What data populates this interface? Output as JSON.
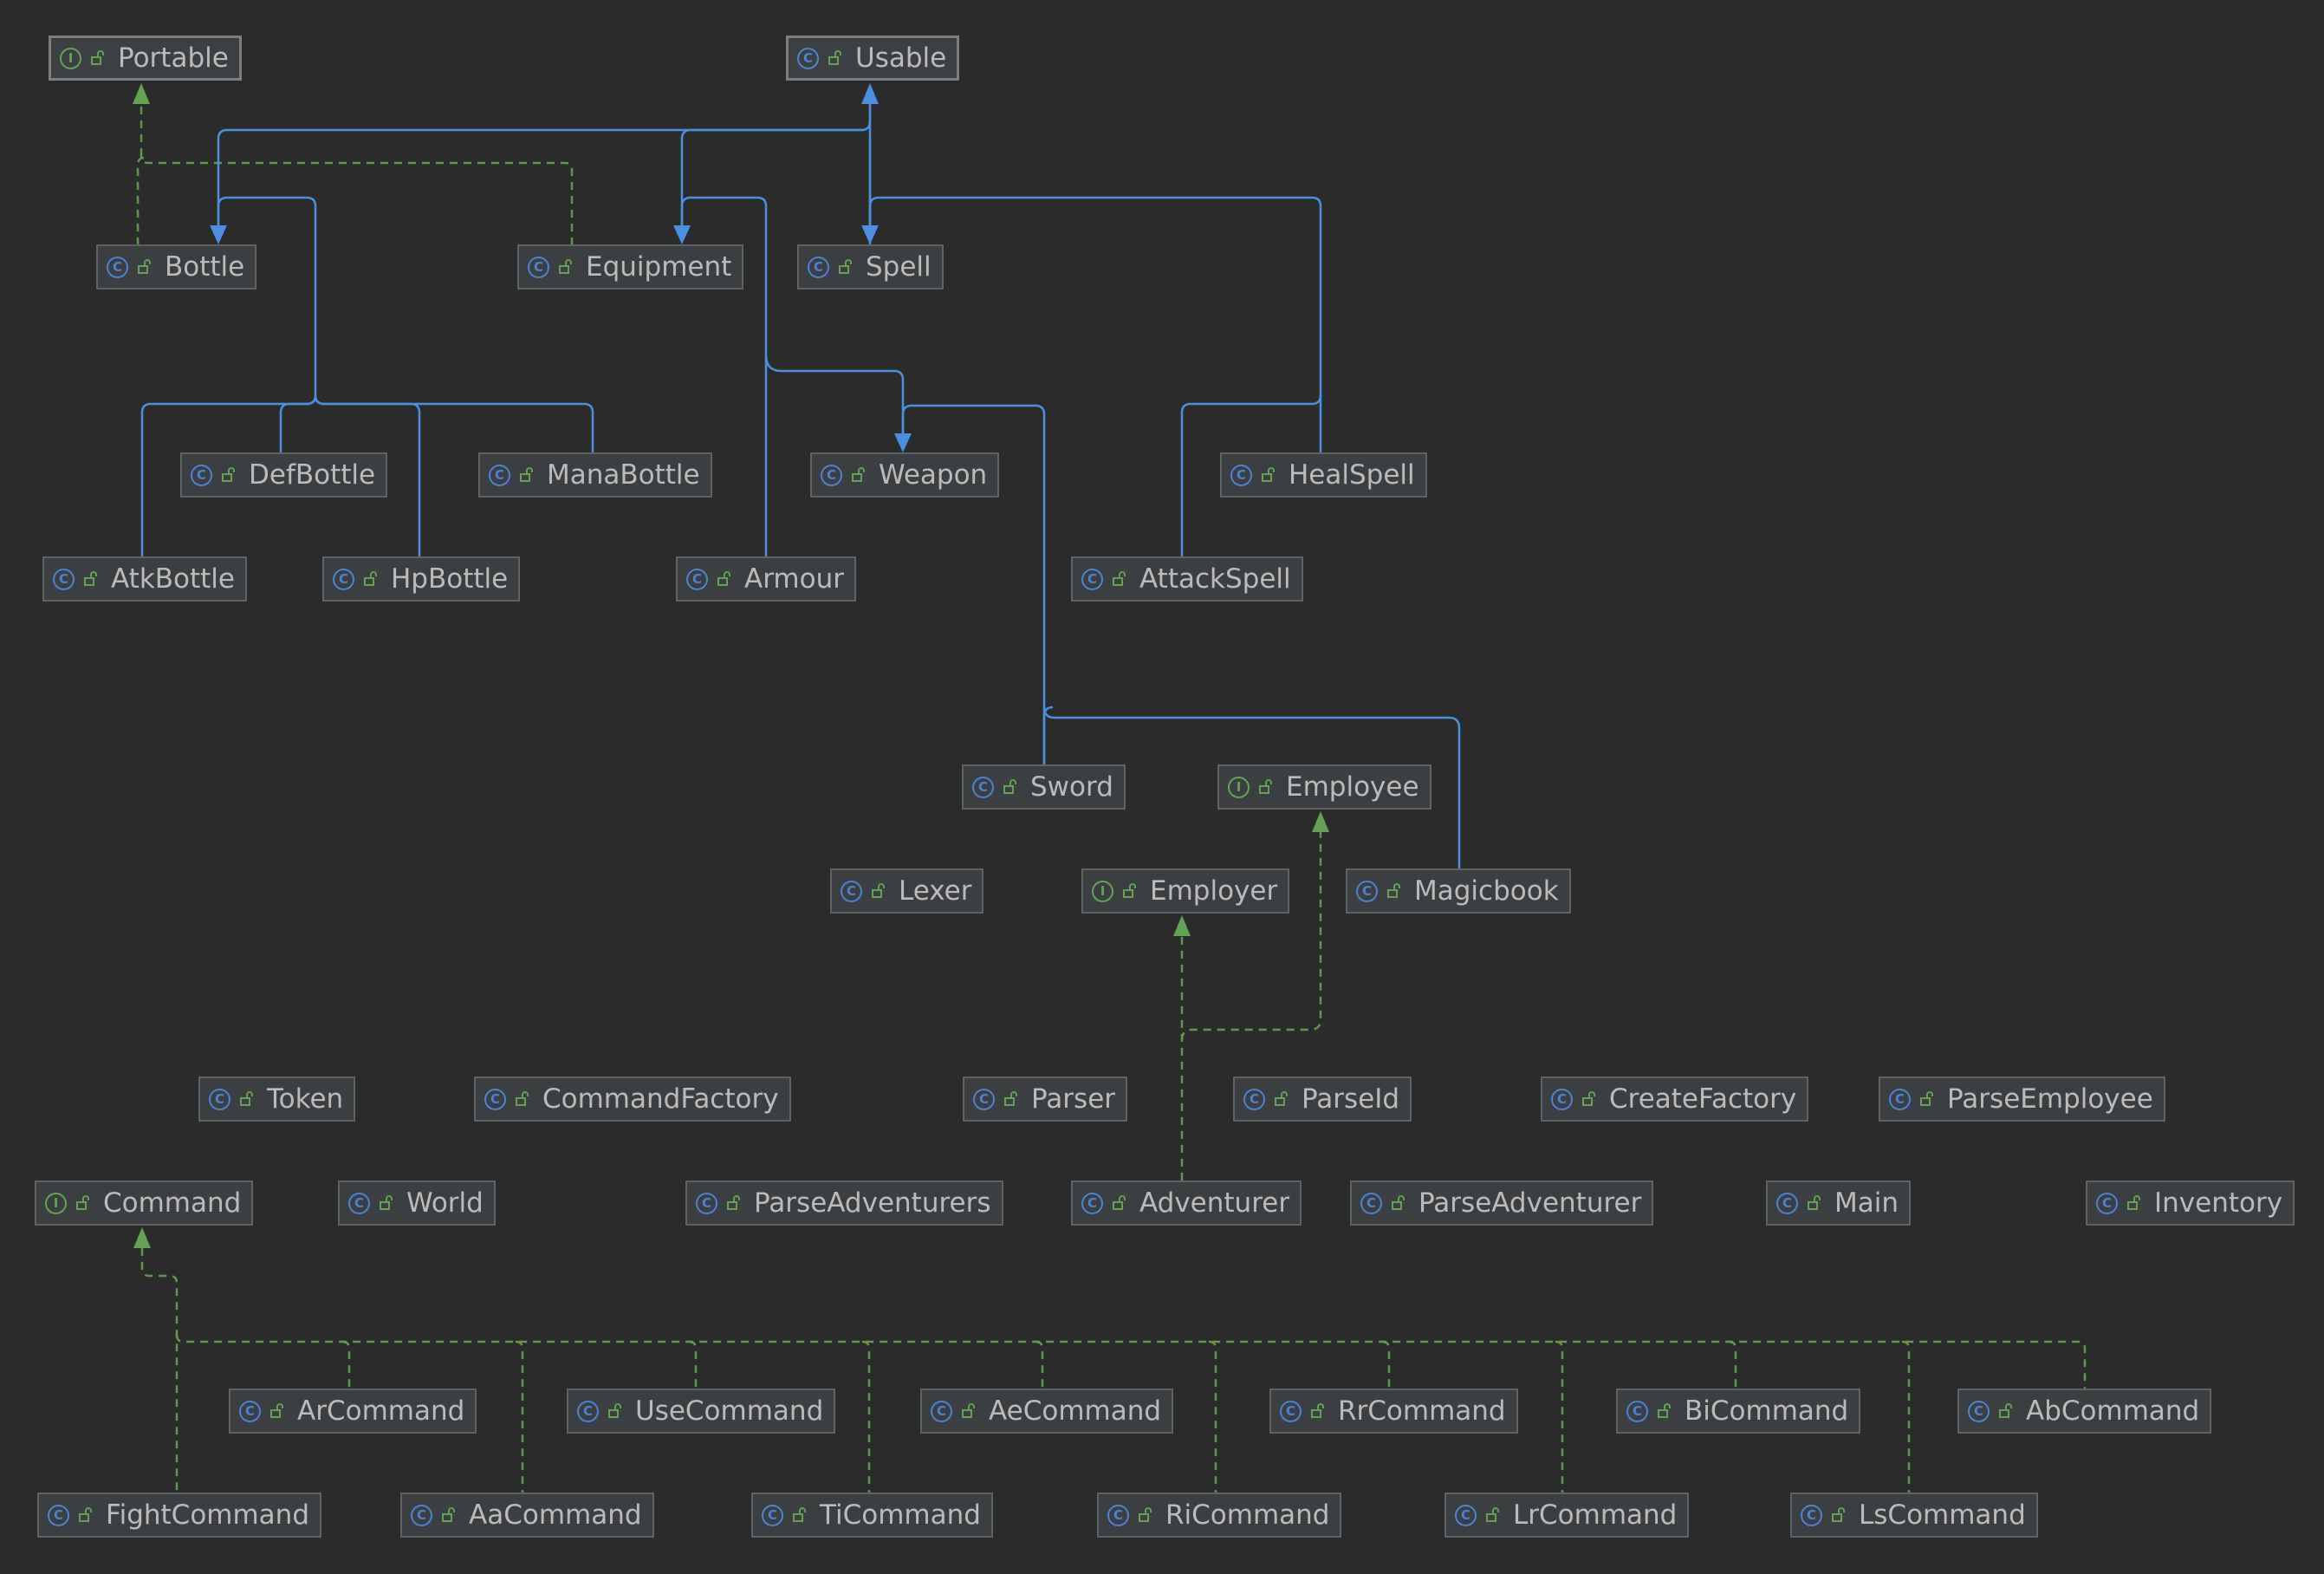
{
  "diagram": {
    "nodes": [
      {
        "id": "portable",
        "label": "Portable",
        "kind": "interface",
        "icon": "interface-icon",
        "highlight": true
      },
      {
        "id": "usable",
        "label": "Usable",
        "kind": "class",
        "icon": "class-icon",
        "highlight": true
      },
      {
        "id": "bottle",
        "label": "Bottle",
        "kind": "class",
        "icon": "class-icon"
      },
      {
        "id": "equipment",
        "label": "Equipment",
        "kind": "class",
        "icon": "class-icon"
      },
      {
        "id": "spell",
        "label": "Spell",
        "kind": "class",
        "icon": "class-icon"
      },
      {
        "id": "defbottle",
        "label": "DefBottle",
        "kind": "class",
        "icon": "class-icon"
      },
      {
        "id": "manabottle",
        "label": "ManaBottle",
        "kind": "class",
        "icon": "class-icon"
      },
      {
        "id": "weapon",
        "label": "Weapon",
        "kind": "class",
        "icon": "class-icon"
      },
      {
        "id": "healspell",
        "label": "HealSpell",
        "kind": "class",
        "icon": "class-icon"
      },
      {
        "id": "atkbottle",
        "label": "AtkBottle",
        "kind": "class",
        "icon": "class-icon"
      },
      {
        "id": "hpbottle",
        "label": "HpBottle",
        "kind": "class",
        "icon": "class-icon"
      },
      {
        "id": "armour",
        "label": "Armour",
        "kind": "class",
        "icon": "class-icon"
      },
      {
        "id": "attackspell",
        "label": "AttackSpell",
        "kind": "class",
        "icon": "class-icon"
      },
      {
        "id": "sword",
        "label": "Sword",
        "kind": "class",
        "icon": "class-icon"
      },
      {
        "id": "employee",
        "label": "Employee",
        "kind": "interface",
        "icon": "interface-icon"
      },
      {
        "id": "lexer",
        "label": "Lexer",
        "kind": "class",
        "icon": "class-icon"
      },
      {
        "id": "employer",
        "label": "Employer",
        "kind": "interface",
        "icon": "interface-icon"
      },
      {
        "id": "magicbook",
        "label": "Magicbook",
        "kind": "class",
        "icon": "class-icon"
      },
      {
        "id": "token",
        "label": "Token",
        "kind": "class",
        "icon": "class-icon"
      },
      {
        "id": "commandfactory",
        "label": "CommandFactory",
        "kind": "class",
        "icon": "class-icon"
      },
      {
        "id": "parser",
        "label": "Parser",
        "kind": "class",
        "icon": "class-icon"
      },
      {
        "id": "parseid",
        "label": "ParseId",
        "kind": "class",
        "icon": "class-icon"
      },
      {
        "id": "createfactory",
        "label": "CreateFactory",
        "kind": "class",
        "icon": "class-icon"
      },
      {
        "id": "parseemployee",
        "label": "ParseEmployee",
        "kind": "class",
        "icon": "class-icon"
      },
      {
        "id": "command",
        "label": "Command",
        "kind": "interface",
        "icon": "interface-icon"
      },
      {
        "id": "world",
        "label": "World",
        "kind": "class",
        "icon": "class-icon"
      },
      {
        "id": "parseadventurers",
        "label": "ParseAdventurers",
        "kind": "class",
        "icon": "class-icon"
      },
      {
        "id": "adventurer",
        "label": "Adventurer",
        "kind": "class",
        "icon": "class-icon"
      },
      {
        "id": "parseadventurer",
        "label": "ParseAdventurer",
        "kind": "class",
        "icon": "class-icon"
      },
      {
        "id": "main",
        "label": "Main",
        "kind": "class",
        "icon": "runnable-class-icon"
      },
      {
        "id": "inventory",
        "label": "Inventory",
        "kind": "class",
        "icon": "class-icon"
      },
      {
        "id": "arcommand",
        "label": "ArCommand",
        "kind": "class",
        "icon": "class-icon"
      },
      {
        "id": "usecommand",
        "label": "UseCommand",
        "kind": "class",
        "icon": "class-icon"
      },
      {
        "id": "aecommand",
        "label": "AeCommand",
        "kind": "class",
        "icon": "class-icon"
      },
      {
        "id": "rrcommand",
        "label": "RrCommand",
        "kind": "class",
        "icon": "class-icon"
      },
      {
        "id": "bicommand",
        "label": "BiCommand",
        "kind": "class",
        "icon": "class-icon"
      },
      {
        "id": "abcommand",
        "label": "AbCommand",
        "kind": "class",
        "icon": "class-icon"
      },
      {
        "id": "fightcommand",
        "label": "FightCommand",
        "kind": "class",
        "icon": "class-icon"
      },
      {
        "id": "aacommand",
        "label": "AaCommand",
        "kind": "class",
        "icon": "class-icon"
      },
      {
        "id": "ticommand",
        "label": "TiCommand",
        "kind": "class",
        "icon": "class-icon"
      },
      {
        "id": "ricommand",
        "label": "RiCommand",
        "kind": "class",
        "icon": "class-icon"
      },
      {
        "id": "lrcommand",
        "label": "LrCommand",
        "kind": "class",
        "icon": "class-icon"
      },
      {
        "id": "lscommand",
        "label": "LsCommand",
        "kind": "class",
        "icon": "class-icon"
      }
    ],
    "edges": [
      {
        "from": "bottle",
        "to": "portable",
        "type": "implements"
      },
      {
        "from": "equipment",
        "to": "portable",
        "type": "implements"
      },
      {
        "from": "bottle",
        "to": "usable",
        "type": "extends"
      },
      {
        "from": "equipment",
        "to": "usable",
        "type": "extends"
      },
      {
        "from": "spell",
        "to": "usable",
        "type": "extends"
      },
      {
        "from": "defbottle",
        "to": "bottle",
        "type": "extends"
      },
      {
        "from": "manabottle",
        "to": "bottle",
        "type": "extends"
      },
      {
        "from": "atkbottle",
        "to": "bottle",
        "type": "extends"
      },
      {
        "from": "hpbottle",
        "to": "bottle",
        "type": "extends"
      },
      {
        "from": "weapon",
        "to": "equipment",
        "type": "extends"
      },
      {
        "from": "armour",
        "to": "equipment",
        "type": "extends"
      },
      {
        "from": "healspell",
        "to": "spell",
        "type": "extends"
      },
      {
        "from": "attackspell",
        "to": "spell",
        "type": "extends"
      },
      {
        "from": "sword",
        "to": "weapon",
        "type": "extends"
      },
      {
        "from": "magicbook",
        "to": "weapon",
        "type": "extends"
      },
      {
        "from": "adventurer",
        "to": "employer",
        "type": "implements"
      },
      {
        "from": "adventurer",
        "to": "employee",
        "type": "implements"
      },
      {
        "from": "arcommand",
        "to": "command",
        "type": "implements"
      },
      {
        "from": "usecommand",
        "to": "command",
        "type": "implements"
      },
      {
        "from": "aecommand",
        "to": "command",
        "type": "implements"
      },
      {
        "from": "rrcommand",
        "to": "command",
        "type": "implements"
      },
      {
        "from": "bicommand",
        "to": "command",
        "type": "implements"
      },
      {
        "from": "abcommand",
        "to": "command",
        "type": "implements"
      },
      {
        "from": "fightcommand",
        "to": "command",
        "type": "implements"
      },
      {
        "from": "aacommand",
        "to": "command",
        "type": "implements"
      },
      {
        "from": "ticommand",
        "to": "command",
        "type": "implements"
      },
      {
        "from": "ricommand",
        "to": "command",
        "type": "implements"
      },
      {
        "from": "lrcommand",
        "to": "command",
        "type": "implements"
      },
      {
        "from": "lscommand",
        "to": "command",
        "type": "implements"
      }
    ]
  },
  "colors": {
    "background": "#2b2b2b",
    "node_fill": "#3c3f41",
    "node_border": "#5e6366",
    "class_badge": "#4a82d4",
    "interface_badge": "#62a252",
    "extends_edge": "#4a8fe0",
    "implements_edge": "#5e9a4c",
    "label_text": "#bbbbbb"
  }
}
